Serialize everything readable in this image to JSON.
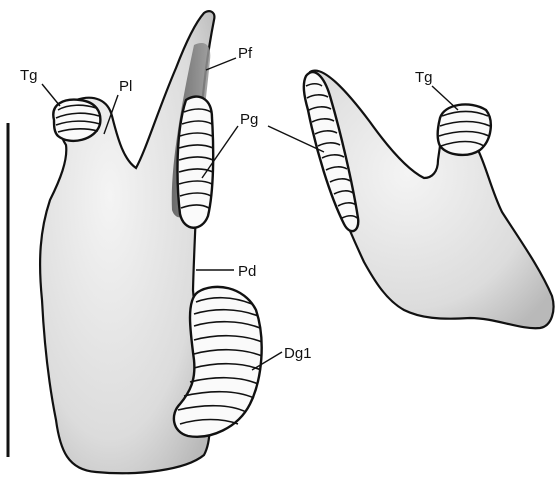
{
  "figure": {
    "labels": {
      "tg_left": "Tg",
      "pl": "Pl",
      "pf": "Pf",
      "pg": "Pg",
      "pd": "Pd",
      "dg1": "Dg1",
      "tg_right": "Tg"
    }
  }
}
